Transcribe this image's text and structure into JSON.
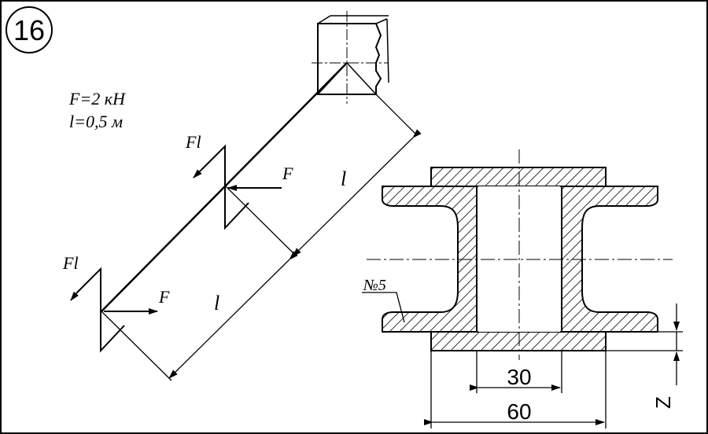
{
  "problem": {
    "number": "16"
  },
  "givens": {
    "force": "F=2 кН",
    "length": "l=0,5 м"
  },
  "beam_labels": {
    "moment_upper": "Fl",
    "force_upper": "F",
    "moment_lower": "Fl",
    "force_lower": "F",
    "length_upper": "l",
    "length_lower": "l"
  },
  "section": {
    "profile_label": "№5",
    "dim_inner": "30",
    "dim_outer": "60",
    "dim_side": "Z"
  },
  "colors": {
    "ink": "#000000",
    "background": "#ffffff"
  }
}
